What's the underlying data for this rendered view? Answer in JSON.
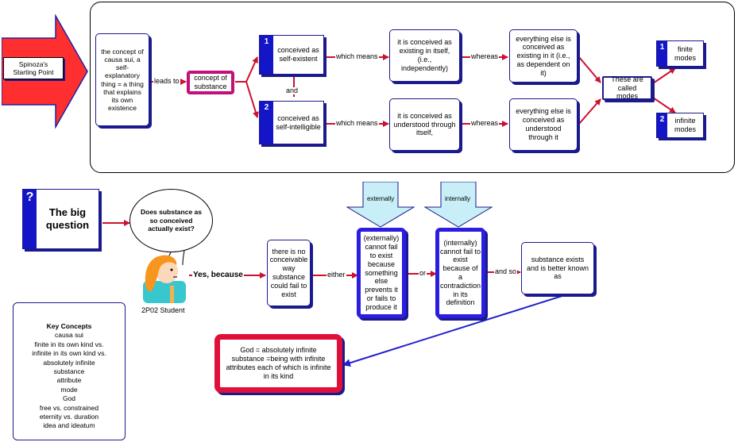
{
  "starting_point": {
    "label": "Spinoza's Starting Point"
  },
  "causa_sui": {
    "text": "the concept of causa sui, a self-explanatory thing = a thing that explains its own existence"
  },
  "concept_substance": {
    "text": "concept of substance"
  },
  "conceived": [
    {
      "number": "1",
      "text": "conceived as self-existent"
    },
    {
      "number": "2",
      "text": "conceived as self-intelligible"
    }
  ],
  "meanings": [
    {
      "text": "it is conceived as existing in itself, (i.e., independently)"
    },
    {
      "text": "it is conceived as understood through itself,"
    }
  ],
  "everything_else": [
    {
      "text": "everything else is conceived as existing in it (i.e., as dependent on it)"
    },
    {
      "text": "everything else is conceived as understood through it"
    }
  ],
  "called_modes": {
    "text": "These are called modes"
  },
  "modes": [
    {
      "number": "1",
      "text": "finite modes"
    },
    {
      "number": "2",
      "text": "infinite modes"
    }
  ],
  "connectors": {
    "leads_to": "leads to",
    "and": "and",
    "which_means": "which means",
    "whereas": "whereas",
    "either": "either",
    "or": "or",
    "and_so": "and so",
    "yes_because": "Yes, because"
  },
  "big_question": {
    "icon": "?",
    "title": "The big question"
  },
  "speech_bubble": {
    "text": "Does substance as so conceived actually exist?"
  },
  "student": {
    "label": "2P02 Student"
  },
  "no_conceivable": {
    "text": "there is no conceivable way substance could fail to exist"
  },
  "arrows": {
    "externally": "externally",
    "internally": "internally"
  },
  "externally_box": {
    "text": "(externally) cannot fail to exist because something else prevents it or fails to produce it"
  },
  "internally_box": {
    "text": "(internally) cannot fail to exist because of a contradiction in its definition"
  },
  "substance_exists": {
    "text": "substance exists and is better known as"
  },
  "god_box": {
    "text": "God = absolutely infinite substance =being with infinite attributes each of which is infinite in its kind"
  },
  "key_concepts": {
    "title": "Key Concepts",
    "items": [
      "causa sui",
      "finite in its own kind vs.",
      "infinite in its own kind vs.",
      "absolutely infinite",
      "substance",
      "attribute",
      "mode",
      "God",
      "free vs. constrained",
      "eternity vs. duration",
      "idea and ideatum"
    ]
  },
  "colors": {
    "navy": "#1b1a8c",
    "red": "#cc1030",
    "magenta": "#c0107a",
    "blue": "#2222cc",
    "light_blue": "#c8eef8"
  }
}
